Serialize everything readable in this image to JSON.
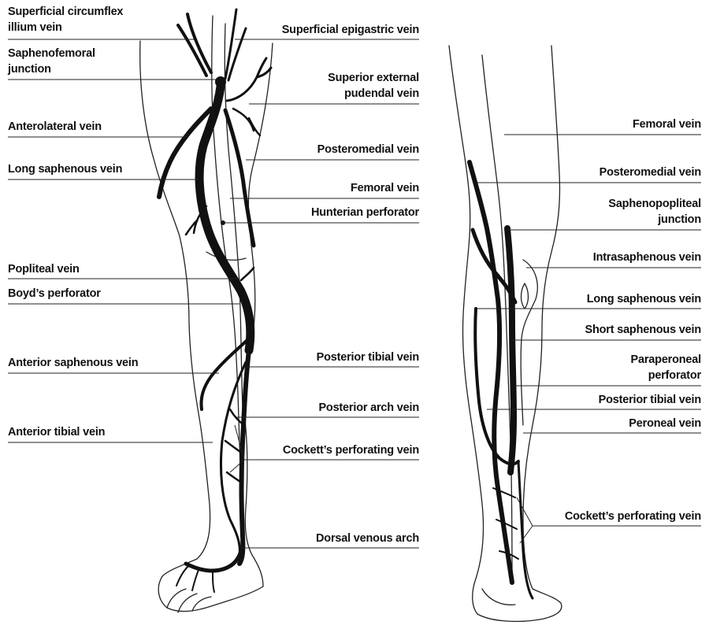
{
  "front_view": {
    "left_labels": {
      "superficial_circumflex_1": "Superficial circumflex",
      "superficial_circumflex_2": "illium vein",
      "saphenofemoral_1": "Saphenofemoral",
      "saphenofemoral_2": "junction",
      "anterolateral": "Anterolateral vein",
      "long_saphenous": "Long saphenous vein",
      "popliteal": "Popliteal vein",
      "boyds": "Boyd’s perforator",
      "anterior_saphenous": "Anterior saphenous vein",
      "anterior_tibial": "Anterior tibial vein"
    },
    "right_labels": {
      "superficial_epigastric": "Superficial epigastric vein",
      "superior_external_1": "Superior external",
      "superior_external_2": "pudendal vein",
      "posteromedial": "Posteromedial vein",
      "femoral": "Femoral vein",
      "hunterian": "Hunterian perforator",
      "posterior_tibial": "Posterior tibial vein",
      "posterior_arch": "Posterior arch vein",
      "cocketts": "Cockett’s perforating vein",
      "dorsal_arch": "Dorsal venous arch"
    }
  },
  "back_view": {
    "labels": {
      "femoral": "Femoral vein",
      "posteromedial": "Posteromedial vein",
      "saphenopopliteal_1": "Saphenopopliteal",
      "saphenopopliteal_2": "junction",
      "intrasaphenous": "Intrasaphenous vein",
      "long_saphenous": "Long saphenous vein",
      "short_saphenous": "Short saphenous vein",
      "paraperoneal_1": "Paraperoneal",
      "paraperoneal_2": "perforator",
      "posterior_tibial": "Posterior tibial vein",
      "peroneal": "Peroneal vein",
      "cocketts": "Cockett’s perforating vein"
    }
  }
}
